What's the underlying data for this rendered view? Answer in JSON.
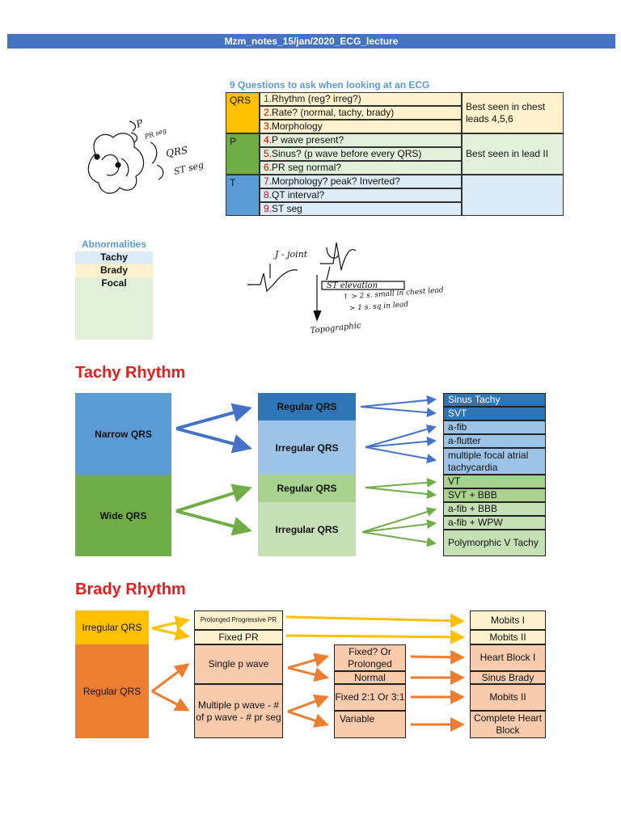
{
  "title": "Mzm_notes_15/jan/2020_ECG_lecture",
  "questions": {
    "title": "9 Questions to ask when looking at an ECG",
    "groups": [
      {
        "label": "QRS",
        "note": "Best seen in chest leads 4,5,6",
        "items": [
          {
            "num": "1.",
            "text": "Rhythm (reg? irreg?)"
          },
          {
            "num": "2.",
            "text": "Rate? (normal, tachy, brady)"
          },
          {
            "num": "3.",
            "text": "Morphology"
          }
        ]
      },
      {
        "label": "P",
        "note": "Best seen in lead II",
        "items": [
          {
            "num": "4.",
            "text": "P wave present?"
          },
          {
            "num": "5.",
            "text": "Sinus? (p wave before every QRS)"
          },
          {
            "num": "6.",
            "text": "PR seg normal?"
          }
        ]
      },
      {
        "label": "T",
        "note": "",
        "items": [
          {
            "num": "7.",
            "text": "Morphology? peak? Inverted?"
          },
          {
            "num": "8.",
            "text": "QT interval?"
          },
          {
            "num": "9.",
            "text": " ST seg"
          }
        ]
      }
    ]
  },
  "sketch_left": {
    "labels": [
      "P",
      "PR seg",
      "QRS",
      "ST seg"
    ]
  },
  "sketch_right": {
    "labels": [
      "J - joint",
      "ST elevation",
      "↑ > 2 s. small in chest lead",
      "> 1 s. sq in lead",
      "Topographic"
    ]
  },
  "abnormalities": {
    "title": "Abnormalities",
    "items": [
      "Tachy",
      "Brady",
      "Focal"
    ]
  },
  "tachy": {
    "heading": "Tachy Rhythm",
    "narrow": "Narrow QRS",
    "wide": "Wide QRS",
    "narrow_regular": "Regular QRS",
    "narrow_irregular": "Irregular QRS",
    "wide_regular": "Regular QRS",
    "wide_irregular": "Irregular QRS",
    "results": [
      "Sinus Tachy",
      "SVT",
      "a-fib",
      "a-flutter",
      "multiple focal atrial tachycardia",
      "VT",
      "SVT + BBB",
      "a-fib + BBB",
      "a-fib + WPW",
      "Polymorphic V Tachy"
    ]
  },
  "brady": {
    "heading": "Brady Rhythm",
    "irregular": "Irregular QRS",
    "regular": "Regular QRS",
    "prolonged_pr": "Prolonged Progressive PR",
    "fixed_pr": "Fixed PR",
    "single_p": "Single p wave",
    "multiple_p": "Multiple p wave - # of p wave - # pr seg",
    "mid": [
      "Fixed? Or Prolonged",
      "Normal",
      "Fixed 2:1 Or 3:1",
      "Variable"
    ],
    "results": [
      "Mobits I",
      "Mobits II",
      "Heart Block I",
      "Sinus Brady",
      "Mobits II",
      "Complete Heart Block"
    ]
  },
  "colors": {
    "blue": "#5b9bd5",
    "dark_blue": "#2e75b6",
    "green": "#70ad47",
    "orange": "#ed7d31",
    "yellow": "#ffc000",
    "red": "#e02020"
  }
}
